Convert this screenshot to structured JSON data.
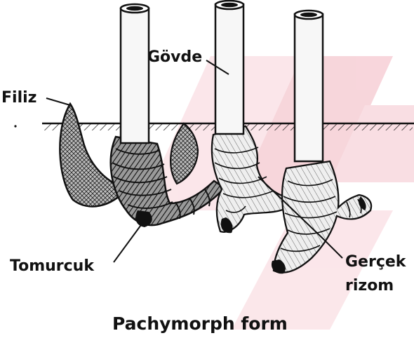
{
  "labels": {
    "shoot": "Filiz",
    "stem": "Gövde",
    "bud": "Tomurcuk",
    "true_rhizome_line1": "Gerçek",
    "true_rhizome_line2": "rizom"
  },
  "caption": "Pachymorph form",
  "colors": {
    "ink": "#111111",
    "watermark": "#f5d6db",
    "rhizome_light": "#e9e9e9",
    "rhizome_dark": "#555555",
    "background": "#ffffff"
  }
}
